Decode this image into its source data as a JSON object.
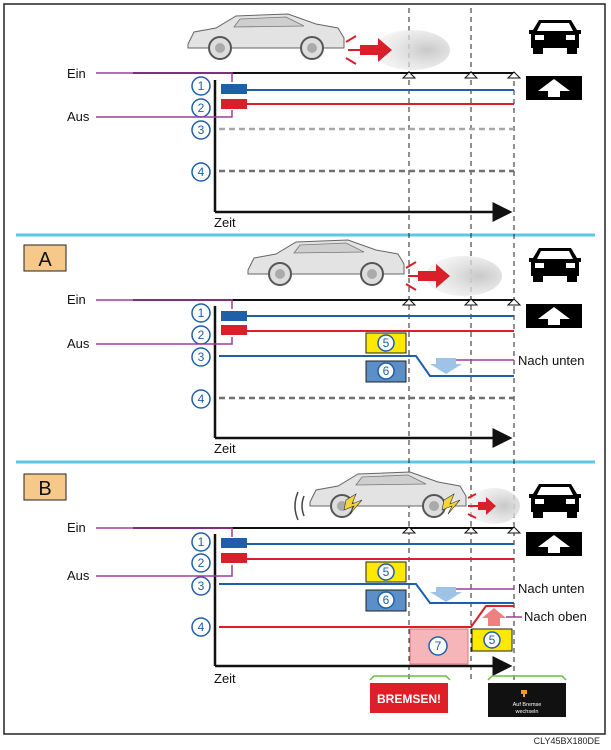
{
  "labels": {
    "on": "Ein",
    "off": "Aus",
    "time": "Zeit",
    "down": "Nach unten",
    "up": "Nach oben",
    "warning": "BREMSEN!",
    "display_line1": "Auf Bremse",
    "display_line2": "wechseln",
    "code": "CLY45BX180DE"
  },
  "sections": [
    "A",
    "B"
  ],
  "numbers": [
    "1",
    "2",
    "3",
    "4",
    "5",
    "6",
    "7"
  ],
  "colors": {
    "blue_line": "#1f5fa8",
    "red_line": "#d9202a",
    "gray_dashed": "#9a9a9a",
    "dark_dashed": "#707070",
    "divider": "#5bc8e6",
    "label_magenta": "#a23c9e",
    "section_box": "#f6c98a",
    "box5": "#ffe900",
    "box6": "#5b8fc8",
    "box7": "#f5b5b9",
    "warning_bg": "#e01e27"
  },
  "icons": [
    "car-front-icon",
    "forward-arrow-icon",
    "collision-flash-icon"
  ]
}
